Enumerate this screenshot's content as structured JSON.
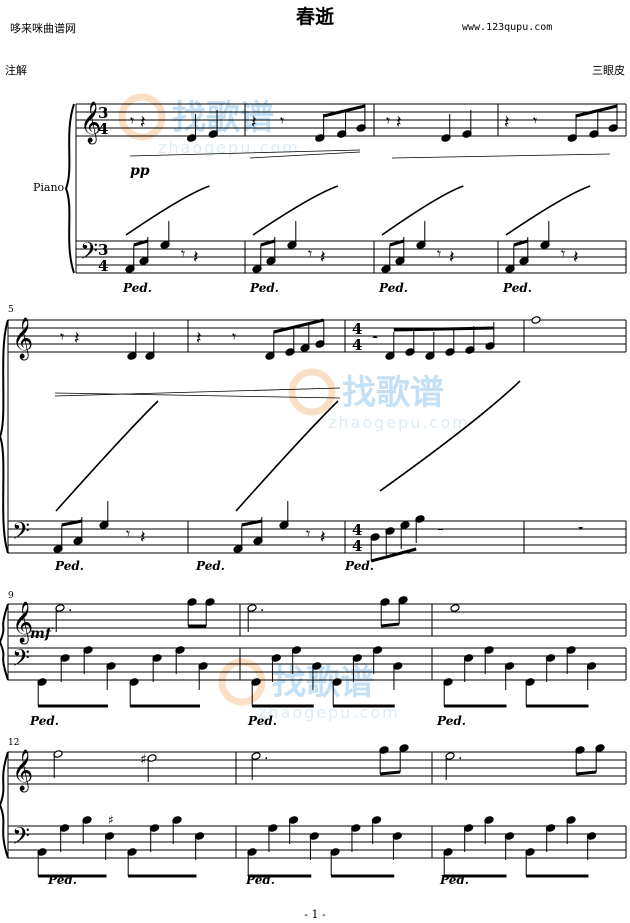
{
  "header": {
    "title": "春逝",
    "site_left": "哆来咪曲谱网",
    "site_right": "www.123qupu.com",
    "annotation": "注解",
    "composer": "三眼皮"
  },
  "score": {
    "instrument": "Piano",
    "time_signatures": [
      "3/4",
      "4/4"
    ],
    "dynamics": [
      "pp",
      "mf"
    ],
    "pedal_mark": "Ped.",
    "measure_numbers": [
      "5",
      "9",
      "12"
    ],
    "watermark": {
      "logo_text": "找歌谱",
      "url_text": "zhaogepu.com"
    },
    "system_count": 4
  },
  "footer": {
    "page": "- 1 -"
  }
}
